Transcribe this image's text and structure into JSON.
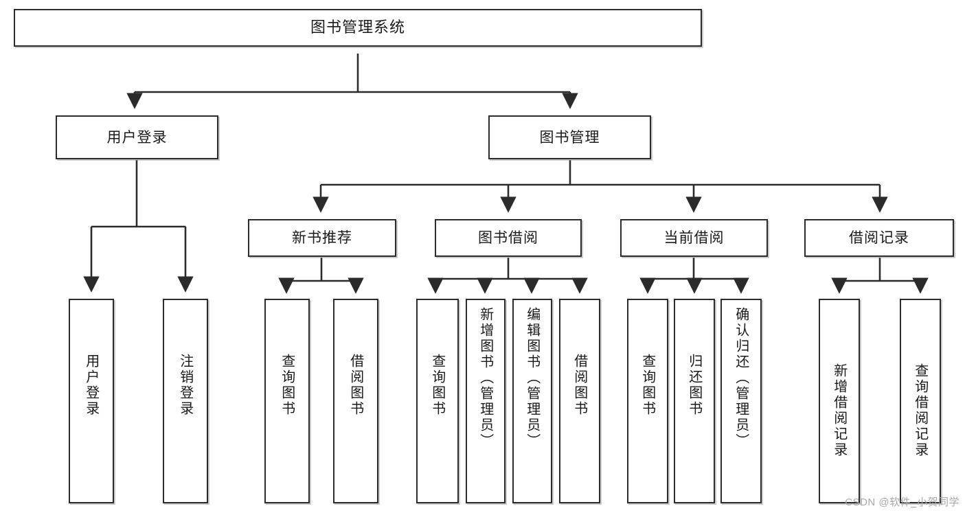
{
  "diagram": {
    "title": "图书管理系统",
    "type": "tree",
    "watermark": "CSDN @软件_小贺同学",
    "colors": {
      "box_border": "#2b2b2b",
      "box_fill": "#ffffff",
      "connector": "#2b2b2b",
      "text": "#1a1a1a",
      "watermark": "#a8a8a8"
    },
    "levels": {
      "root": "图书管理系统",
      "level2": [
        "用户登录",
        "图书管理"
      ],
      "level3": [
        "新书推荐",
        "图书借阅",
        "当前借阅",
        "借阅记录"
      ]
    },
    "nodes": {
      "root": {
        "label": "图书管理系统"
      },
      "user_login": {
        "label": "用户登录"
      },
      "book_manage": {
        "label": "图书管理"
      },
      "new_book_rec": {
        "label": "新书推荐"
      },
      "book_borrow": {
        "label": "图书借阅"
      },
      "current_borrow": {
        "label": "当前借阅"
      },
      "borrow_record": {
        "label": "借阅记录"
      },
      "leaf_user_login": {
        "label": "用户登录"
      },
      "leaf_logout": {
        "label": "注销登录"
      },
      "leaf_rec_query": {
        "label": "查询图书"
      },
      "leaf_rec_borrow": {
        "label": "借阅图书"
      },
      "leaf_borrow_query": {
        "label": "查询图书"
      },
      "leaf_borrow_add": {
        "label": "新增图书（管理员）"
      },
      "leaf_borrow_edit": {
        "label": "编辑图书（管理员）"
      },
      "leaf_borrow_lend": {
        "label": "借阅图书"
      },
      "leaf_cur_query": {
        "label": "查询图书"
      },
      "leaf_cur_return": {
        "label": "归还图书"
      },
      "leaf_cur_confirm": {
        "label": "确认归还（管理员）"
      },
      "leaf_rec_add": {
        "label": "新增借阅记录"
      },
      "leaf_rec_search": {
        "label": "查询借阅记录"
      }
    },
    "edges": [
      {
        "from": "root",
        "to": "user_login"
      },
      {
        "from": "root",
        "to": "book_manage"
      },
      {
        "from": "user_login",
        "to": "leaf_user_login"
      },
      {
        "from": "user_login",
        "to": "leaf_logout"
      },
      {
        "from": "book_manage",
        "to": "new_book_rec"
      },
      {
        "from": "book_manage",
        "to": "book_borrow"
      },
      {
        "from": "book_manage",
        "to": "current_borrow"
      },
      {
        "from": "book_manage",
        "to": "borrow_record"
      },
      {
        "from": "new_book_rec",
        "to": "leaf_rec_query"
      },
      {
        "from": "new_book_rec",
        "to": "leaf_rec_borrow"
      },
      {
        "from": "book_borrow",
        "to": "leaf_borrow_query"
      },
      {
        "from": "book_borrow",
        "to": "leaf_borrow_add"
      },
      {
        "from": "book_borrow",
        "to": "leaf_borrow_edit"
      },
      {
        "from": "book_borrow",
        "to": "leaf_borrow_lend"
      },
      {
        "from": "current_borrow",
        "to": "leaf_cur_query"
      },
      {
        "from": "current_borrow",
        "to": "leaf_cur_return"
      },
      {
        "from": "current_borrow",
        "to": "leaf_cur_confirm"
      },
      {
        "from": "borrow_record",
        "to": "leaf_rec_add"
      },
      {
        "from": "borrow_record",
        "to": "leaf_rec_search"
      }
    ]
  }
}
